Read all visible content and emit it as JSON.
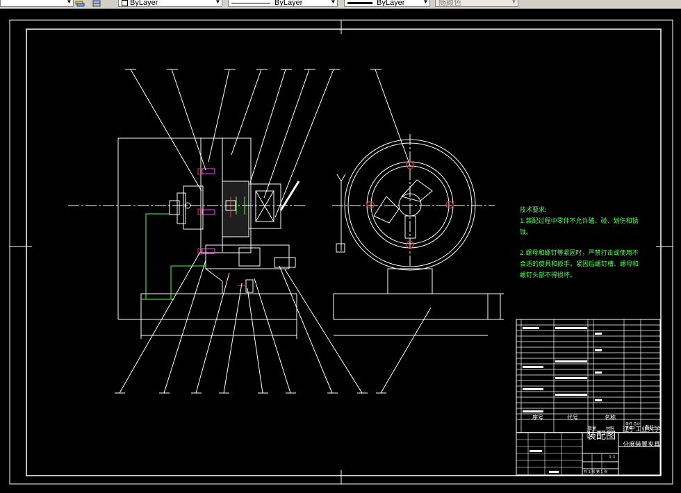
{
  "toolbar": {
    "layer_combo": "ByLayer",
    "linetype_combo": "ByLayer",
    "lineweight_combo": "ByLayer",
    "color_combo": "随颜色",
    "colors": {
      "bar": "#d4d0c8",
      "field": "#ffffff"
    }
  },
  "drawing": {
    "background": "#000000",
    "line_color": "#ffffff",
    "note_color": "#4cff4c",
    "technical_requirements": {
      "heading": "技术要求:",
      "item1": "1.装配过程中零件不允许磕、碰、划伤和锈蚀。",
      "item2": "2.螺母和螺钉等紧固时，严禁打击或使用不合适的旋具和扳手。紧固后螺钉槽、螺母和螺钉头部不得损坏。"
    },
    "title_block": {
      "university": "辽宁工业大学",
      "drawing_title": "装配图",
      "part_name": "分度装置夹具",
      "header_seq": "序号",
      "header_code": "代号",
      "header_name": "名称",
      "header_qty": "数量",
      "header_material": "材料",
      "header_weight": "单件 总计 重量",
      "header_remark": "备注",
      "scale": "1:1",
      "sheet": "共 1 张 第 1 张"
    }
  }
}
